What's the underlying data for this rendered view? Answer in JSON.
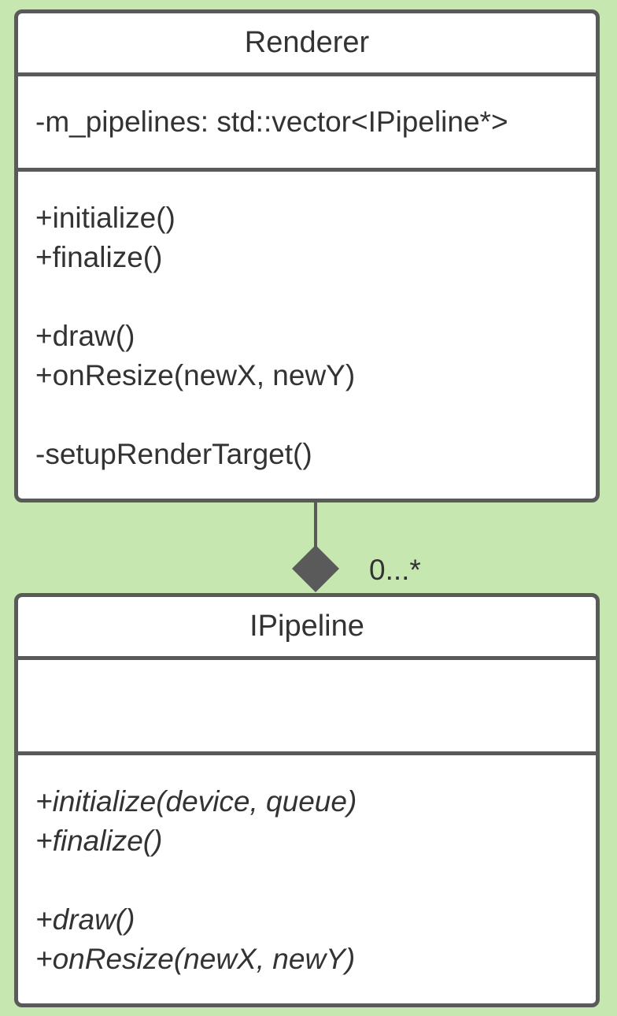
{
  "diagram": {
    "classes": [
      {
        "id": "renderer",
        "name": "Renderer",
        "attributes": [
          "-m_pipelines: std::vector<IPipeline*>"
        ],
        "operations": [
          {
            "text": "+initialize()",
            "italic": false,
            "gap_before": false
          },
          {
            "text": "+finalize()",
            "italic": false,
            "gap_before": false
          },
          {
            "text": "+draw()",
            "italic": false,
            "gap_before": true
          },
          {
            "text": "+onResize(newX, newY)",
            "italic": false,
            "gap_before": false
          },
          {
            "text": "-setupRenderTarget()",
            "italic": false,
            "gap_before": true
          }
        ]
      },
      {
        "id": "ipipeline",
        "name": "IPipeline",
        "attributes": [],
        "operations": [
          {
            "text": "+initialize(device, queue)",
            "italic": true,
            "gap_before": false
          },
          {
            "text": "+finalize()",
            "italic": true,
            "gap_before": false
          },
          {
            "text": "+draw()",
            "italic": true,
            "gap_before": true
          },
          {
            "text": "+onResize(newX, newY)",
            "italic": true,
            "gap_before": false
          }
        ]
      }
    ],
    "relationship": {
      "type": "composition",
      "from": "renderer",
      "to": "ipipeline",
      "multiplicity": "0...*"
    }
  },
  "colors": {
    "background": "#c6e8b0",
    "border": "#5a5a5a",
    "text": "#333333",
    "box_fill": "#ffffff"
  }
}
